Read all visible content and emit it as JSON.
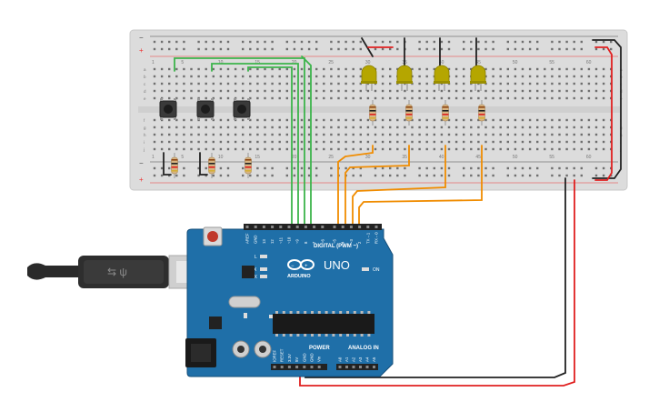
{
  "breadboard": {
    "column_numbers_top": [
      "1",
      "5",
      "10",
      "15",
      "20",
      "25",
      "30",
      "35",
      "40",
      "45",
      "50",
      "55",
      "60"
    ],
    "column_numbers_bottom": [
      "1",
      "5",
      "10",
      "15",
      "20",
      "25",
      "30",
      "35",
      "40",
      "45",
      "50",
      "55",
      "60"
    ],
    "row_letters_upper": [
      "a",
      "b",
      "c",
      "d",
      "e"
    ],
    "row_letters_lower": [
      "f",
      "g",
      "h",
      "i",
      "j"
    ],
    "rail_plus": "+",
    "rail_minus": "−"
  },
  "components": {
    "leds": 4,
    "led_color": "#b5a600",
    "resistors": 7,
    "pushbuttons": 3
  },
  "arduino": {
    "model": "UNO",
    "brand": "ARDUINO",
    "board_color": "#1f6fa8",
    "digital_label": "DIGITAL (PWM ~)",
    "power_label": "POWER",
    "analog_label": "ANALOG IN",
    "on_label": "ON",
    "l_label": "L",
    "tx_label": "TX",
    "rx_label": "RX",
    "digital_pins": [
      "AREF",
      "GND",
      "13",
      "12",
      "~11",
      "~10",
      "~9",
      "8",
      "7",
      "~6",
      "~5",
      "4",
      "~3",
      "2",
      "TX→1",
      "RX←0"
    ],
    "power_pins": [
      "IOREF",
      "RESET",
      "3.3V",
      "5V",
      "GND",
      "GND",
      "Vin"
    ],
    "analog_pins": [
      "A0",
      "A1",
      "A2",
      "A3",
      "A4",
      "A5"
    ]
  },
  "colors": {
    "wire_green": "#3cb44b",
    "wire_orange": "#f08c00",
    "wire_red": "#e02020",
    "wire_black": "#222222"
  }
}
